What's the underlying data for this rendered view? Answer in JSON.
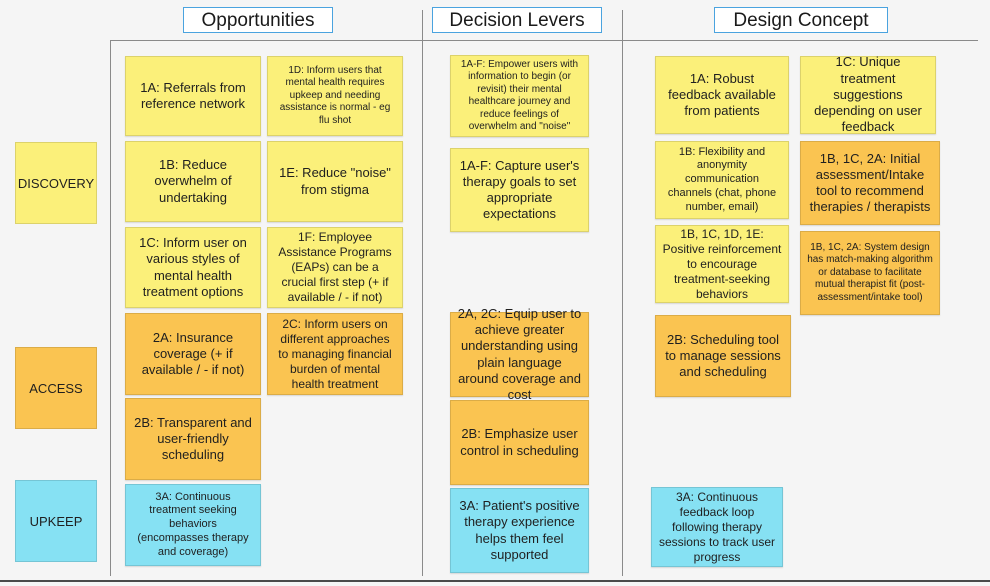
{
  "headers": {
    "opportunities": "Opportunities",
    "decision_levers": "Decision Levers",
    "design_concept": "Design Concept"
  },
  "rows": {
    "discovery": "DISCOVERY",
    "access": "ACCESS",
    "upkeep": "UPKEEP"
  },
  "opportunities": {
    "n1a": "1A: Referrals from reference network",
    "n1d": "1D: Inform users that mental health requires upkeep and needing assistance is normal - eg flu shot",
    "n1b": "1B: Reduce overwhelm of undertaking",
    "n1e": "1E: Reduce \"noise\" from stigma",
    "n1c": "1C: Inform user on various styles of mental health treatment options",
    "n1f": "1F: Employee Assistance Programs (EAPs) can be a crucial first step (+ if available / - if not)",
    "n2a": "2A: Insurance coverage (+ if available / - if not)",
    "n2c": "2C: Inform users on different approaches to managing financial burden of mental health treatment",
    "n2b": "2B: Transparent and user-friendly scheduling",
    "n3a": "3A: Continuous treatment seeking behaviors (encompasses therapy and coverage)"
  },
  "levers": {
    "l1": "1A-F: Empower users with information to begin (or revisit) their mental healthcare journey and reduce feelings of overwhelm and \"noise\"",
    "l2": "1A-F: Capture user's therapy goals to set appropriate expectations",
    "l3": "2A, 2C: Equip user to achieve greater understanding using plain language around coverage and cost",
    "l4": "2B: Emphasize user control in scheduling",
    "l5": "3A: Patient's positive therapy experience helps them feel supported"
  },
  "concepts": {
    "c1": "1A: Robust feedback available from patients",
    "c2": "1C: Unique treatment suggestions depending on user feedback",
    "c3": "1B: Flexibility and anonymity communication channels (chat, phone number, email)",
    "c4": "1B, 1C, 2A: Initial assessment/Intake tool to recommend therapies / therapists",
    "c5": "1B, 1C, 1D, 1E: Positive reinforcement to encourage treatment-seeking behaviors",
    "c6": "1B, 1C, 2A: System design has match-making algorithm or database to facilitate mutual therapist fit (post-assessment/intake tool)",
    "c7": "2B: Scheduling tool to manage sessions and scheduling",
    "c8": "3A: Continuous feedback loop following therapy sessions to track user progress"
  },
  "colors": {
    "yellow": "#fbf07a",
    "orange": "#fac451",
    "blue": "#86e1f3",
    "header_border": "#4aa3df"
  }
}
